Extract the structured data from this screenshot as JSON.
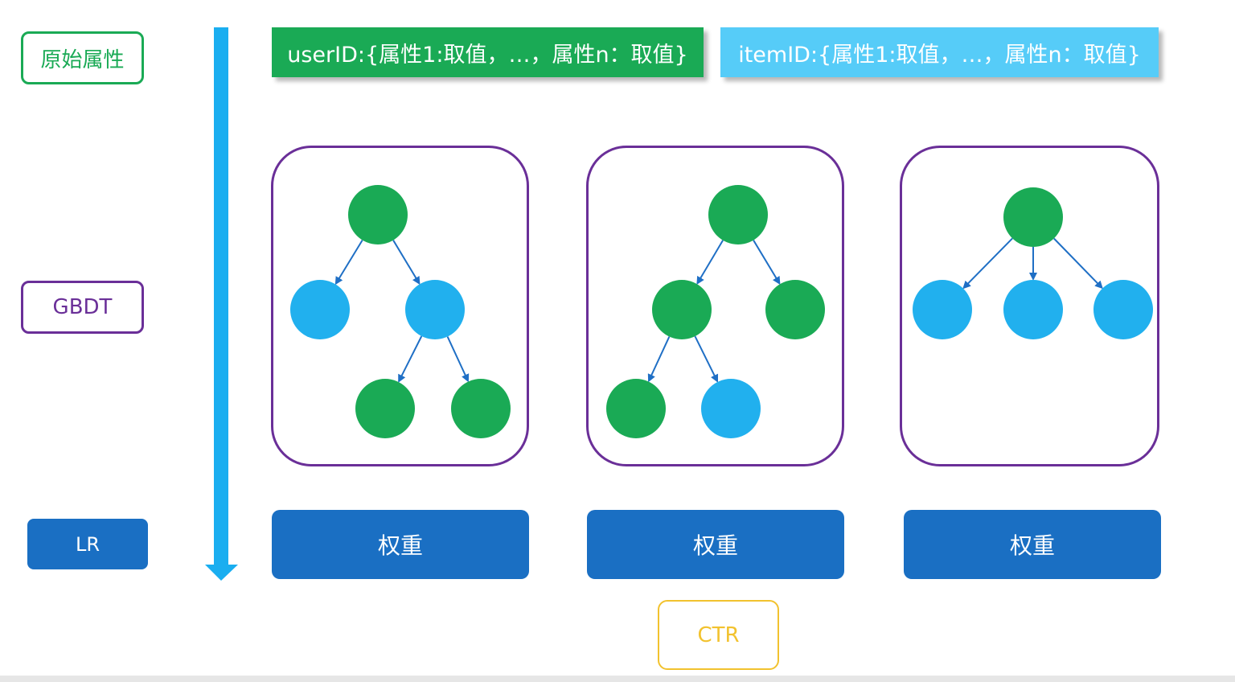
{
  "labels": {
    "raw_attributes": "原始属性",
    "gbdt": "GBDT",
    "lr": "LR"
  },
  "feature_bars": {
    "user": "userID:{属性1:取值，…，属性n：取值}",
    "item": "itemID:{属性1:取值，…，属性n：取值}"
  },
  "trees": [
    {
      "nodes": [
        {
          "id": "root",
          "color": "green"
        },
        {
          "id": "left",
          "color": "blue"
        },
        {
          "id": "right",
          "color": "blue"
        },
        {
          "id": "right-left",
          "color": "green"
        },
        {
          "id": "right-right",
          "color": "green"
        }
      ],
      "edges": [
        [
          "root",
          "left"
        ],
        [
          "root",
          "right"
        ],
        [
          "right",
          "right-left"
        ],
        [
          "right",
          "right-right"
        ]
      ]
    },
    {
      "nodes": [
        {
          "id": "root",
          "color": "green"
        },
        {
          "id": "left",
          "color": "green"
        },
        {
          "id": "right",
          "color": "green"
        },
        {
          "id": "left-left",
          "color": "green"
        },
        {
          "id": "left-right",
          "color": "blue"
        }
      ],
      "edges": [
        [
          "root",
          "left"
        ],
        [
          "root",
          "right"
        ],
        [
          "left",
          "left-left"
        ],
        [
          "left",
          "left-right"
        ]
      ]
    },
    {
      "nodes": [
        {
          "id": "root",
          "color": "green"
        },
        {
          "id": "child-1",
          "color": "blue"
        },
        {
          "id": "child-2",
          "color": "blue"
        },
        {
          "id": "child-3",
          "color": "blue"
        }
      ],
      "edges": [
        [
          "root",
          "child-1"
        ],
        [
          "root",
          "child-2"
        ],
        [
          "root",
          "child-3"
        ]
      ]
    }
  ],
  "weights": [
    "权重",
    "权重",
    "权重"
  ],
  "output": "CTR",
  "colors": {
    "green": "#1aaa55",
    "blue": "#21b0ee",
    "arrow_blue": "#1f6fc5",
    "flow_arrow": "#1aaef0",
    "purple": "#6a2f98",
    "dark_blue": "#1a6fc3",
    "yellow": "#f2c22e",
    "light_blue": "#56ccf8"
  }
}
